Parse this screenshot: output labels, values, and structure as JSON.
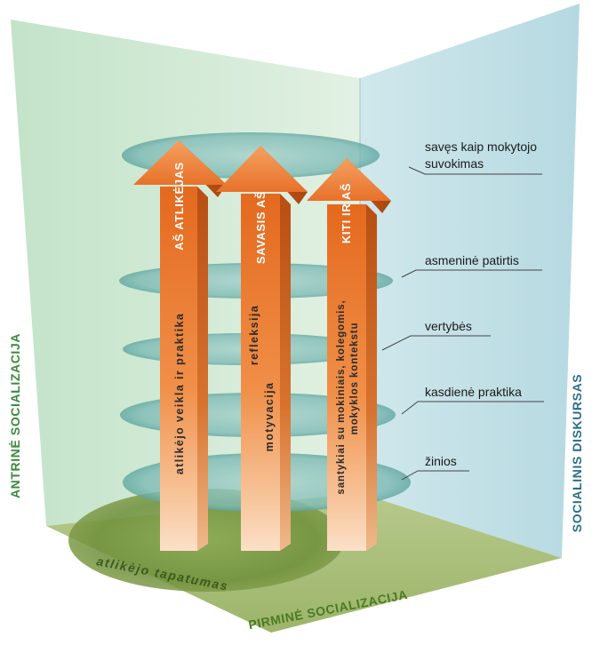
{
  "walls": {
    "left_label": "ANTRINĖ SOCIALIZACIJA",
    "right_label": "SOCIALINIS DISKURSAS",
    "floor_label": "PIRMINĖ SOCIALIZACIJA",
    "left_color": "#3a8a3c",
    "right_color": "#2a6f86",
    "floor_color": "#4a7a22"
  },
  "base_disc": {
    "label": "atlikėjo tapatumas"
  },
  "levels": [
    {
      "label_lines": [
        "savęs kaip mokytojo",
        "suvokimas"
      ]
    },
    {
      "label_lines": [
        "asmeninė patirtis"
      ]
    },
    {
      "label_lines": [
        "vertybės"
      ]
    },
    {
      "label_lines": [
        "kasdienė praktika"
      ]
    },
    {
      "label_lines": [
        "žinios"
      ]
    }
  ],
  "arrows": [
    {
      "title": "AŠ ATLIKĖJAS",
      "body_lines": [
        "atlikėjo veikla ir praktika"
      ]
    },
    {
      "title": "SAVASIS AŠ",
      "body_lines": [
        "refleksija",
        "motyvacija"
      ]
    },
    {
      "title": "KITI IR AŠ",
      "body_lines": [
        "santykiai su mokiniais, kolegomis,",
        "mokyklos kontekstu"
      ]
    }
  ],
  "colors": {
    "arrow_orange": "#ee7a2c",
    "disc_teal": "#5aa6a2"
  }
}
